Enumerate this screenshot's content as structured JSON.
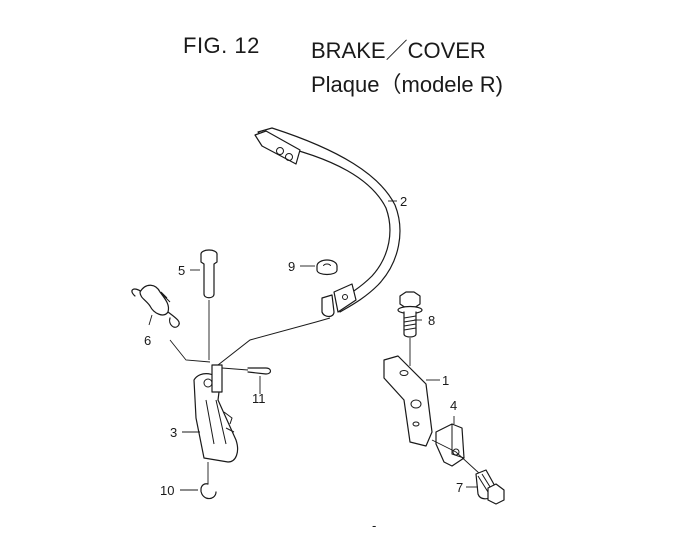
{
  "header": {
    "figure_label": "FIG. 12",
    "title": "BRAKE／COVER",
    "subtitle": "Plaque（modele R)"
  },
  "callouts": [
    "1",
    "2",
    "3",
    "4",
    "5",
    "6",
    "7",
    "8",
    "9",
    "10",
    "11"
  ],
  "footer_mark": "-"
}
